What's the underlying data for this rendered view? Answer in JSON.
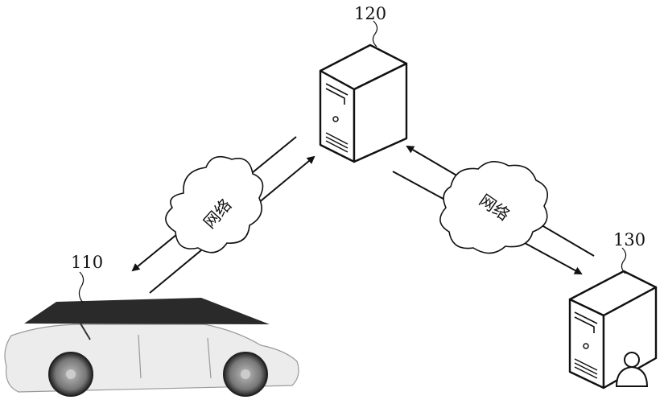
{
  "labels": {
    "vehicle": "110",
    "server": "120",
    "client_server": "130"
  },
  "networks": {
    "left": "网络",
    "right": "网络"
  },
  "colors": {
    "line": "#111111",
    "canopy": "#2a2a2a",
    "car_body": "#ececec"
  }
}
